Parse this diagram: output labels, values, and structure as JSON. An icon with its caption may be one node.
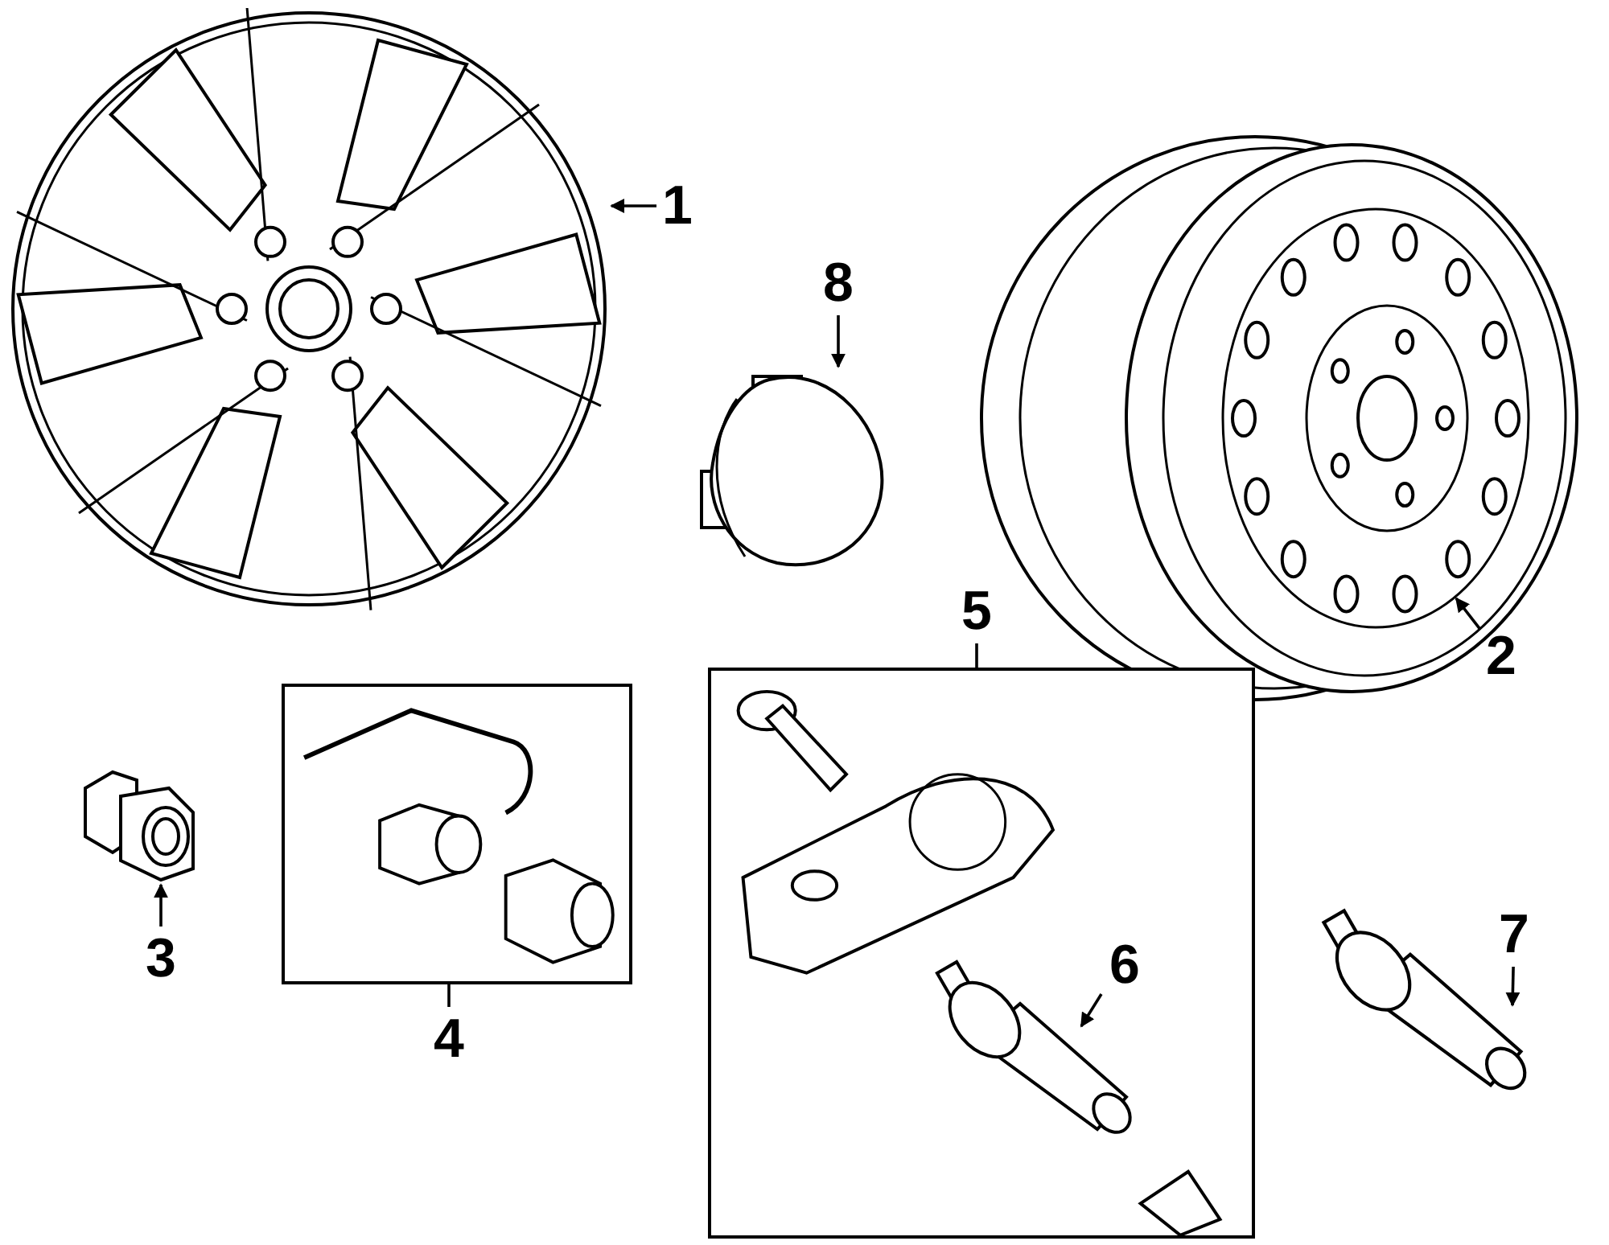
{
  "diagram": {
    "nodes": [
      {
        "text": [
          "1"
        ]
      },
      {
        "text": [],
        "shape": "picture"
      },
      {
        "text": [
          "2"
        ]
      },
      {
        "text": [],
        "shape": "picture"
      },
      {
        "text": [
          "3"
        ]
      },
      {
        "text": [],
        "shape": "picture"
      },
      {
        "text": [
          "4"
        ]
      },
      {
        "text": [],
        "shape": "box"
      },
      {
        "text": [
          "5"
        ]
      },
      {
        "text": [],
        "shape": "box"
      },
      {
        "text": [
          "6"
        ],
        "in": 9
      },
      {
        "text": [],
        "shape": "picture",
        "in": 9
      },
      {
        "text": [
          "7"
        ]
      },
      {
        "text": [],
        "shape": "picture"
      },
      {
        "text": [
          "8"
        ]
      },
      {
        "text": [],
        "shape": "picture"
      }
    ],
    "edges": [
      {
        "from": 0,
        "to": 1,
        "arrow": "to"
      },
      {
        "from": 2,
        "to": 3,
        "arrow": "to"
      },
      {
        "from": 4,
        "to": 5,
        "arrow": "to"
      },
      {
        "from": 6,
        "to": 7,
        "arrow": "none"
      },
      {
        "from": 8,
        "to": 9,
        "arrow": "none"
      },
      {
        "from": 10,
        "to": 11,
        "arrow": "to"
      },
      {
        "from": 12,
        "to": 13,
        "arrow": "to"
      },
      {
        "from": 14,
        "to": 15,
        "arrow": "to"
      }
    ]
  }
}
